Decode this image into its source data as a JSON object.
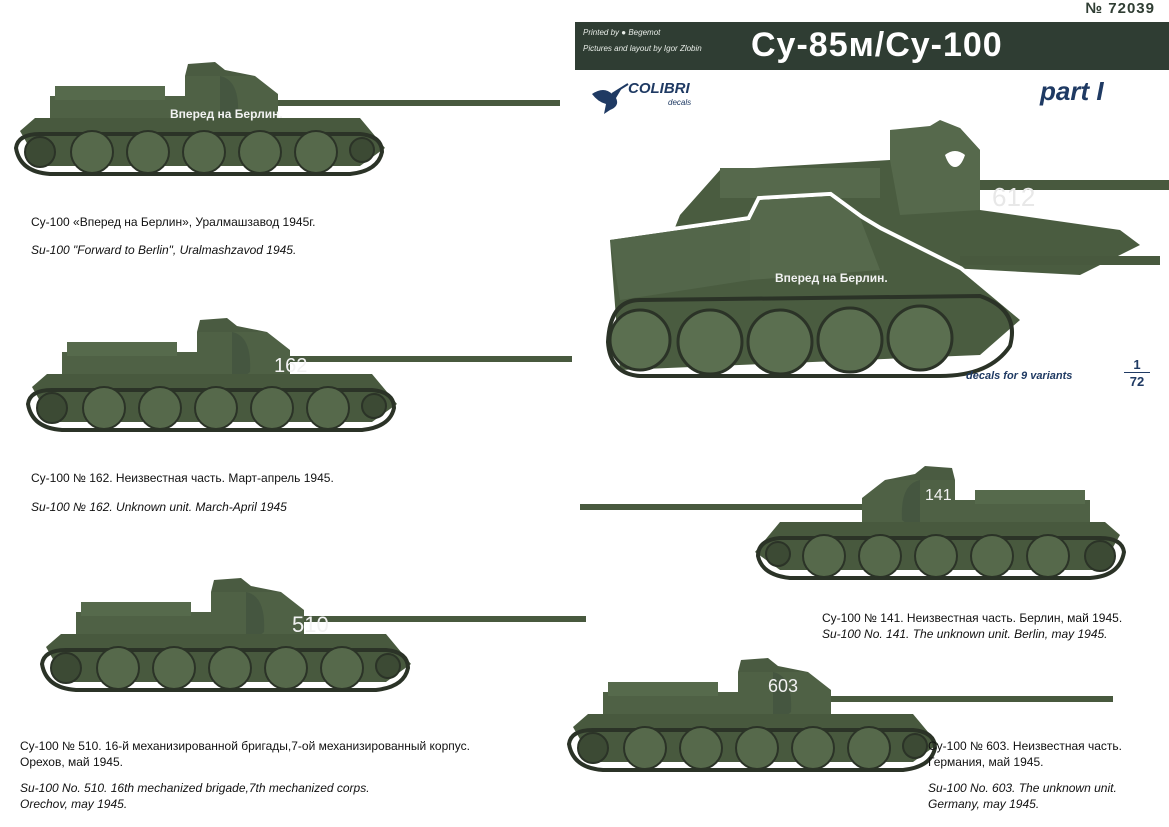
{
  "header": {
    "catalog_number": "№ 72039",
    "printed_by": "Printed by",
    "printer": "Begemot",
    "layout_credit": "Pictures and layout by Igor Zlobin",
    "title": "Су-85м/Су-100",
    "part": "part I"
  },
  "brand": {
    "name": "COLIBRI",
    "sub": "decals"
  },
  "kit": {
    "variants_text": "decals for 9 variants",
    "scale_numerator": "1",
    "scale_denominator": "72"
  },
  "colors": {
    "header_bg": "#2f3d33",
    "brand_blue": "#1f3a63",
    "vehicle_green": "#48593e"
  },
  "profiles": [
    {
      "marking": "Вперед на Берлин.",
      "caption_ru": "Су-100 «Вперед на Берлин»,  Уралмашзавод  1945г.",
      "caption_en": "Su-100 \"Forward to Berlin\", Uralmashzavod 1945."
    },
    {
      "marking": "162",
      "caption_ru": "Су-100 № 162. Неизвестная часть. Март-апрель  1945.",
      "caption_en": "Su-100 № 162. Unknown unit. March-April 1945"
    },
    {
      "marking": "510",
      "caption_ru": "Су-100 № 510. 16-й механизированной бригады,7-ой механизированный корпус.",
      "caption_ru_2": "Орехов, май 1945.",
      "caption_en": "Su-100 No. 510. 16th mechanized brigade,7th mechanized corps.",
      "caption_en_2": "Orechov, may 1945."
    },
    {
      "marking": "141",
      "caption_ru": "Су-100 № 141. Неизвестная часть. Берлин, май  1945.",
      "caption_en": "Su-100 No. 141. The unknown unit. Berlin, may 1945."
    },
    {
      "marking": "603",
      "caption_ru": "Су-100 № 603. Неизвестная часть.",
      "caption_ru_2": "Германия, май  1945.",
      "caption_en": "Su-100 No. 603. The unknown unit.",
      "caption_en_2": "Germany, may 1945."
    }
  ],
  "box_art": {
    "rear_marking": "612",
    "front_marking": "Вперед на Берлин."
  }
}
